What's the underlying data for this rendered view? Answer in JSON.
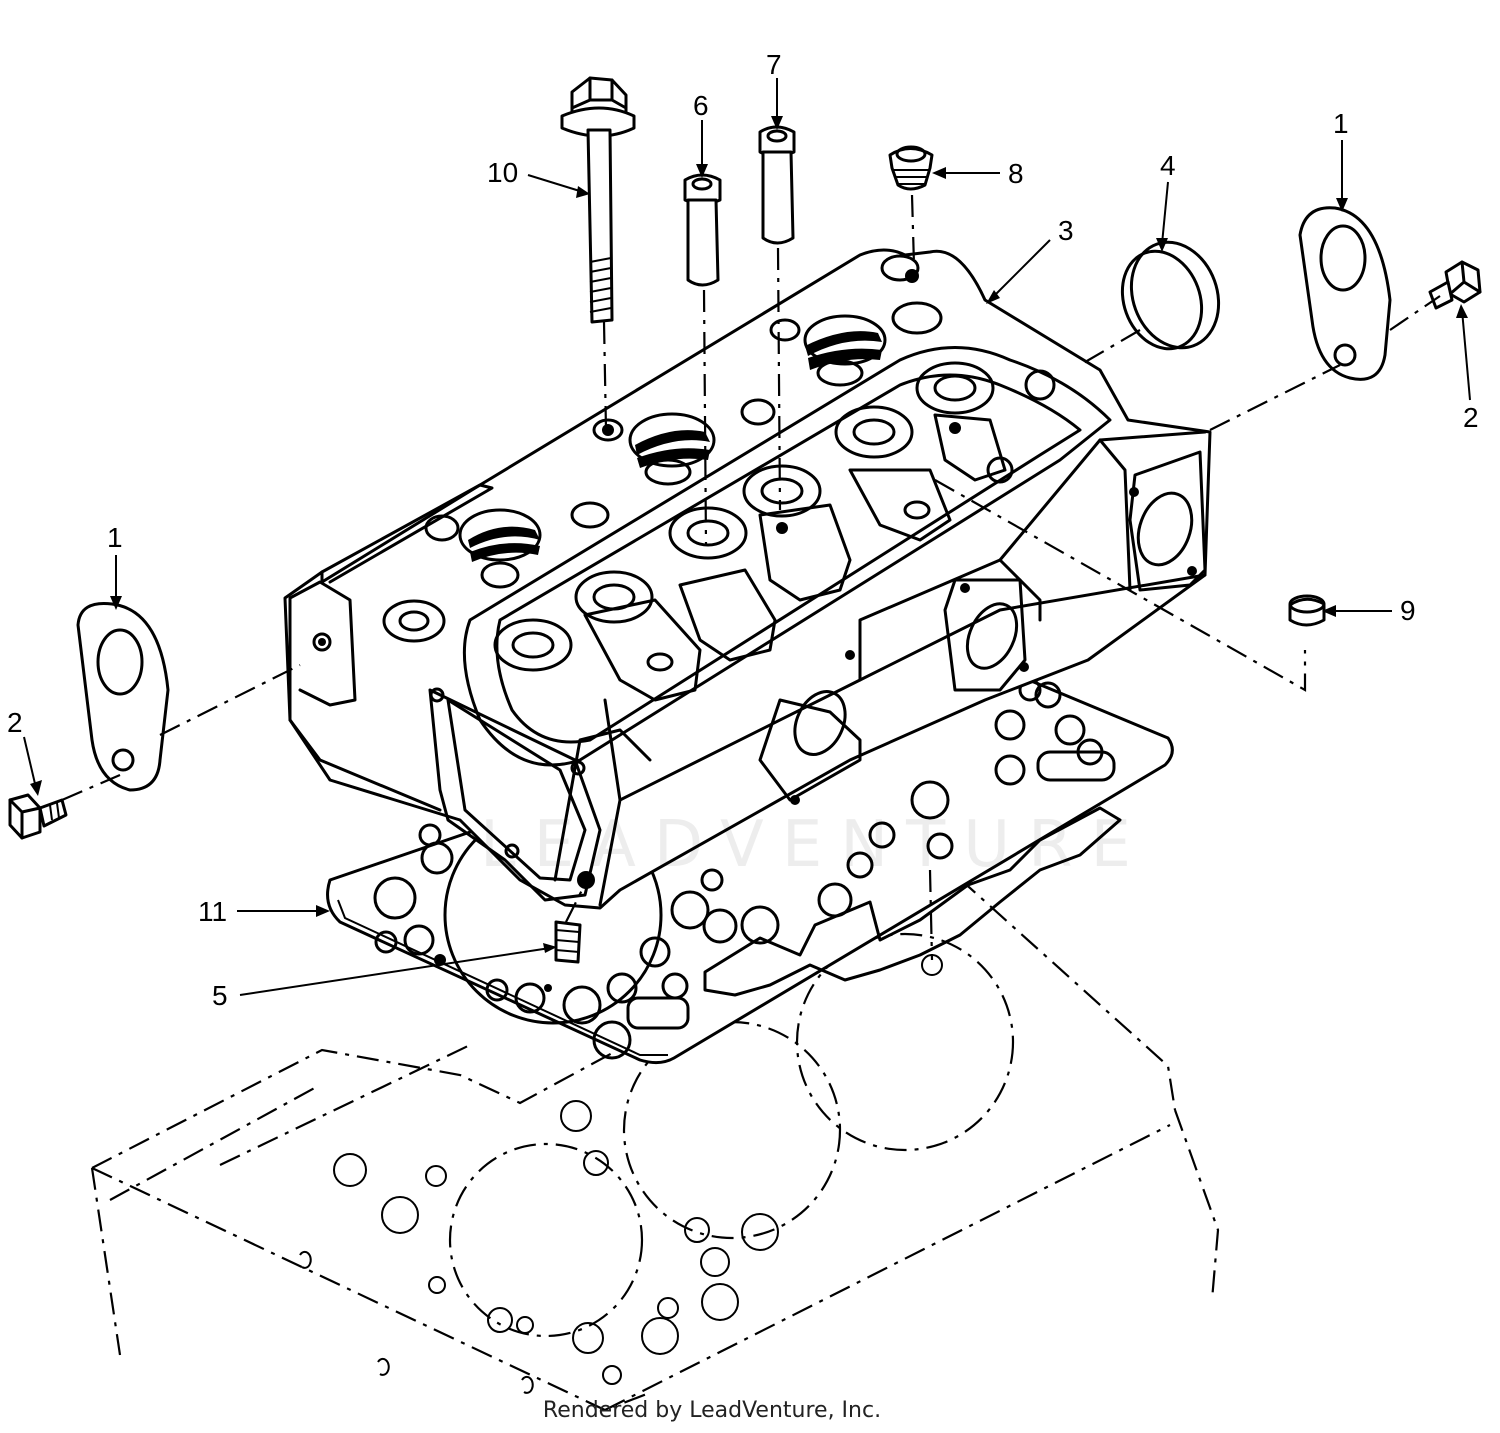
{
  "callouts": {
    "c1_left": "1",
    "c1_right": "1",
    "c2_left": "2",
    "c2_right": "2",
    "c3": "3",
    "c4": "4",
    "c5": "5",
    "c6": "6",
    "c7": "7",
    "c8": "8",
    "c9": "9",
    "c10": "10",
    "c11": "11"
  },
  "watermark": "LEADVENTURE",
  "footer": "Rendered by LeadVenture, Inc."
}
